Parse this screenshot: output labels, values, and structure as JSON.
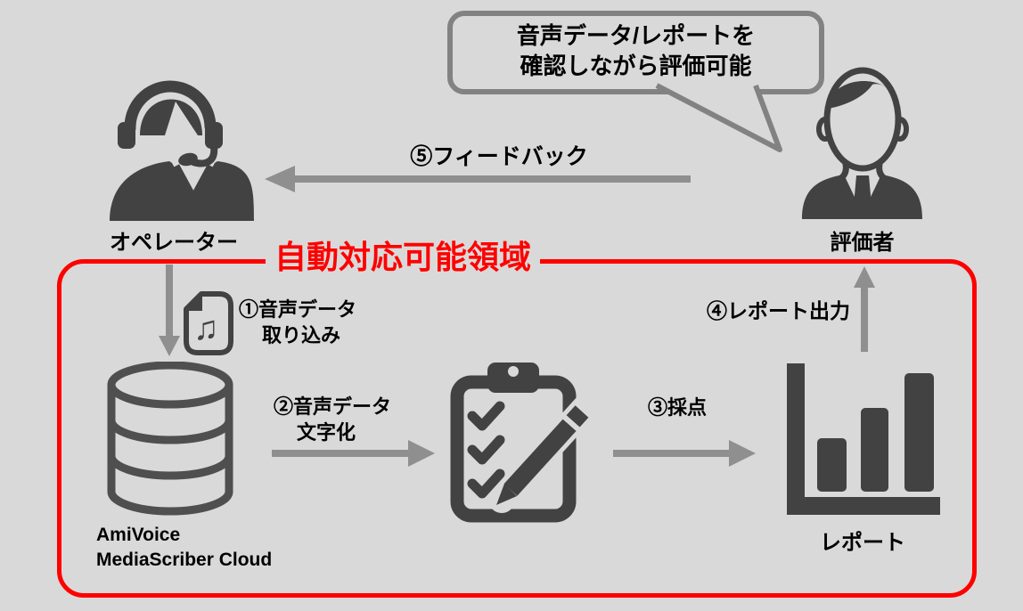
{
  "colors": {
    "background": "#d9d9d9",
    "icon_dark": "#424242",
    "database_stroke": "#4f4f4f",
    "arrow_gray": "#8f8f8f",
    "bubble_border": "#828282",
    "region_border": "#ff0000",
    "text": "#000000"
  },
  "speech_bubble": {
    "line1": "音声データ/レポートを",
    "line2": "確認しながら評価可能"
  },
  "actors": {
    "operator": {
      "label": "オペレーター"
    },
    "evaluator": {
      "label": "評価者"
    }
  },
  "region": {
    "label": "自動対応可能領域"
  },
  "flow_steps": {
    "step1": {
      "line1": "①音声データ",
      "line2": "取り込み"
    },
    "step2": {
      "line1": "②音声データ",
      "line2": "文字化"
    },
    "step3": {
      "label": "③採点"
    },
    "step4": {
      "label": "④レポート出力"
    },
    "step5": {
      "label": "⑤フィードバック"
    }
  },
  "nodes": {
    "database": {
      "label_line1": "AmiVoice",
      "label_line2": "MediaScriber Cloud"
    },
    "report": {
      "label": "レポート"
    }
  },
  "icons": {
    "operator": "headset-operator-icon",
    "evaluator": "business-person-icon",
    "audio_file": "music-file-icon",
    "database": "database-icon",
    "checklist": "clipboard-pen-icon",
    "report": "bar-chart-icon",
    "music_note_glyph": "♫"
  }
}
